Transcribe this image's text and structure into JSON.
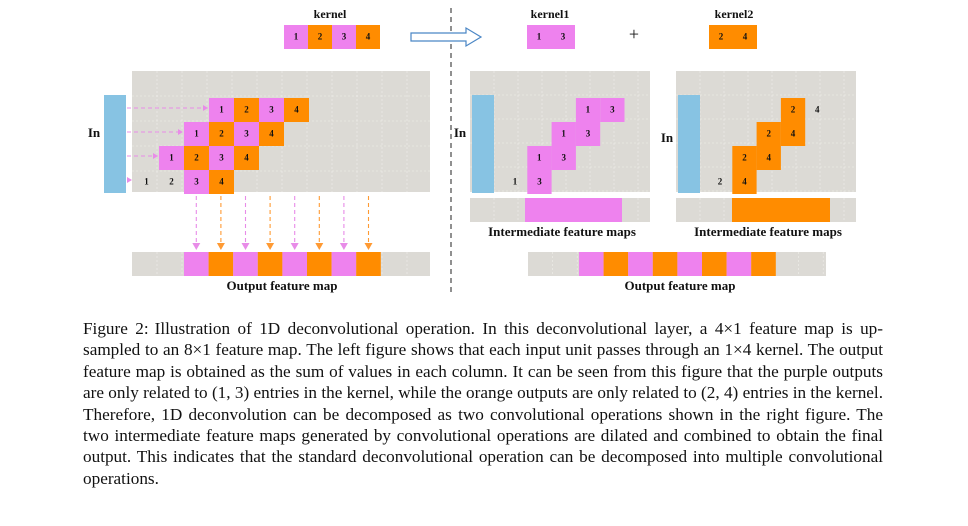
{
  "figure": {
    "kernel_title": "kernel",
    "kernel1_title": "kernel1",
    "kernel2_title": "kernel2",
    "plus": "+",
    "in_label": "In",
    "intermediate_label": "Intermediate feature maps",
    "output_label": "Output feature map",
    "kernel_values": [
      "1",
      "2",
      "3",
      "4"
    ],
    "kernel1_values": [
      "1",
      "3"
    ],
    "kernel2_values": [
      "2",
      "4"
    ],
    "input_length": 4,
    "output_length": 8,
    "colors": {
      "purple": "#ee82ee",
      "orange": "#ff8c00",
      "gray": "#dcdad5",
      "blue": "#87c3e3",
      "grid_line": "#f0efec",
      "arrow_purple": "#e88ce8",
      "arrow_orange": "#ff9a33",
      "arrow_outline": "#4a86c5"
    }
  },
  "caption": {
    "label": "Figure 2:",
    "text": "Illustration of 1D deconvolutional operation. In this deconvolutional layer, a 4×1 feature map is up-sampled to an 8×1 feature map. The left figure shows that each input unit passes through an 1×4 kernel. The output feature map is obtained as the sum of values in each column. It can be seen from this figure that the purple outputs are only related to (1, 3) entries in the kernel, while the orange outputs are only related to (2, 4) entries in the kernel. Therefore, 1D deconvolution can be decomposed as two convolutional operations shown in the right figure. The two intermediate feature maps generated by convolutional operations are dilated and combined to obtain the final output. This indicates that the standard deconvolutional operation can be decomposed into multiple convolutional operations."
  }
}
